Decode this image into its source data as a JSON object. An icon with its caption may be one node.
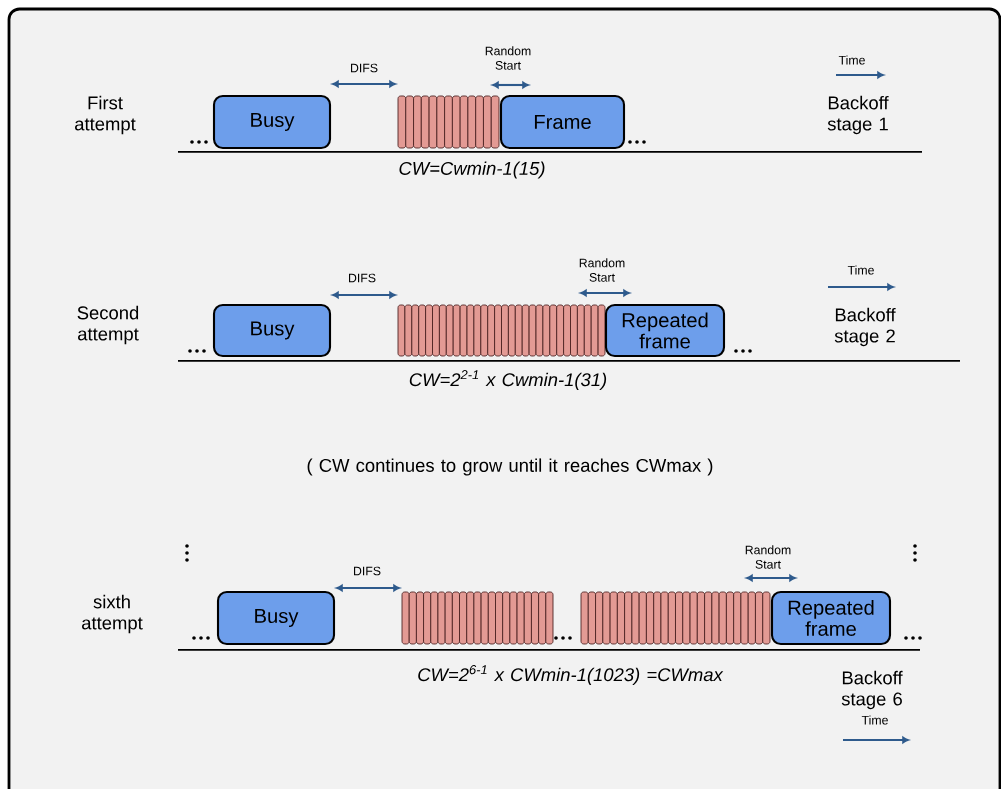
{
  "diagram": {
    "nodes": [
      {
        "text": [
          "Busy"
        ]
      },
      {
        "text": [
          "Frame"
        ]
      },
      {
        "text": [
          "Busy"
        ]
      },
      {
        "text": [
          "Repeated frame"
        ]
      },
      {
        "text": [
          "Busy"
        ]
      },
      {
        "text": [
          "Repeated frame"
        ]
      }
    ],
    "labels": [
      "First attempt",
      "DIFS",
      "Random Start",
      "Time",
      "Backoff stage 1",
      "CW=Cwmin-1(15)",
      "Second attempt",
      "DIFS",
      "Random Start",
      "Time",
      "Backoff stage 2",
      "CW=2$^{2-1}$ x Cwmin-1(31)",
      "( CW continues to grow until it reaches CWmax )",
      "DIFS",
      "Random Start",
      "sixth attempt",
      "CW=2$^{6-1}$ x CWmin-1(1023) =CWmax",
      "Backoff stage 6",
      "Time"
    ]
  }
}
